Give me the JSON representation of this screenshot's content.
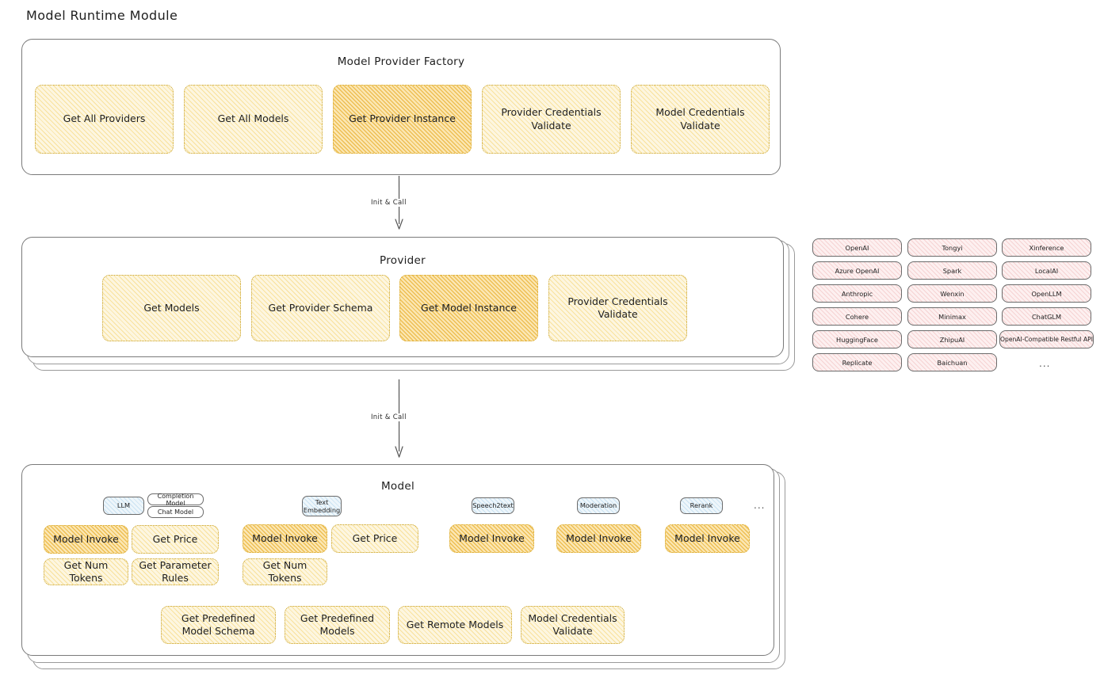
{
  "page": {
    "title": "Model Runtime Module"
  },
  "factory": {
    "title": "Model Provider Factory",
    "nodes": [
      {
        "label": "Get All Providers",
        "highlight": false
      },
      {
        "label": "Get All Models",
        "highlight": false
      },
      {
        "label": "Get Provider Instance",
        "highlight": true
      },
      {
        "label": "Provider Credentials Validate",
        "highlight": false
      },
      {
        "label": "Model Credentials Validate",
        "highlight": false
      }
    ]
  },
  "arrows": [
    {
      "label": "Init & Call"
    },
    {
      "label": "Init & Call"
    }
  ],
  "provider": {
    "title": "Provider",
    "nodes": [
      {
        "label": "Get Models",
        "highlight": false
      },
      {
        "label": "Get Provider Schema",
        "highlight": false
      },
      {
        "label": "Get Model Instance",
        "highlight": true
      },
      {
        "label": "Provider Credentials Validate",
        "highlight": false
      }
    ]
  },
  "provider_list": {
    "columns": [
      [
        "OpenAI",
        "Azure OpenAI",
        "Anthropic",
        "Cohere",
        "HuggingFace",
        "Replicate"
      ],
      [
        "Tongyi",
        "Spark",
        "Wenxin",
        "Minimax",
        "ZhipuAI",
        "Baichuan"
      ],
      [
        "Xinference",
        "LocalAI",
        "OpenLLM",
        "ChatGLM",
        "OpenAI-Compatible Restful API"
      ]
    ],
    "more": "..."
  },
  "model": {
    "title": "Model",
    "more": "...",
    "types": [
      {
        "name": "LLM",
        "tags": [
          "Completion Model",
          "Chat Model"
        ]
      },
      {
        "name": "Text Embedding",
        "tags": []
      },
      {
        "name": "Speech2text",
        "tags": []
      },
      {
        "name": "Moderation",
        "tags": []
      },
      {
        "name": "Rerank",
        "tags": []
      }
    ],
    "columns": [
      {
        "row1": [
          {
            "label": "Model Invoke",
            "highlight": true
          },
          {
            "label": "Get Price",
            "highlight": false
          }
        ],
        "row2": [
          {
            "label": "Get Num Tokens",
            "highlight": false
          },
          {
            "label": "Get Parameter Rules",
            "highlight": false
          }
        ]
      },
      {
        "row1": [
          {
            "label": "Model Invoke",
            "highlight": true
          },
          {
            "label": "Get Price",
            "highlight": false
          }
        ],
        "row2": [
          {
            "label": "Get Num Tokens",
            "highlight": false
          }
        ]
      },
      {
        "row1": [
          {
            "label": "Model Invoke",
            "highlight": true
          }
        ],
        "row2": []
      },
      {
        "row1": [
          {
            "label": "Model Invoke",
            "highlight": true
          }
        ],
        "row2": []
      },
      {
        "row1": [
          {
            "label": "Model Invoke",
            "highlight": true
          }
        ],
        "row2": []
      }
    ],
    "shared_nodes": [
      {
        "label": "Get Predefined Model Schema"
      },
      {
        "label": "Get Predefined Models"
      },
      {
        "label": "Get Remote Models"
      },
      {
        "label": "Model Credentials Validate"
      }
    ]
  },
  "colors": {
    "node_fill": "#fdf6e0",
    "node_highlight_fill": "#fbe7b4",
    "node_border": "#c9a227",
    "provider_chip_fill": "#fdf0f0",
    "model_type_chip_fill": "#eef6fb",
    "container_border": "#7a7a7a",
    "text": "#1e1e1e"
  }
}
